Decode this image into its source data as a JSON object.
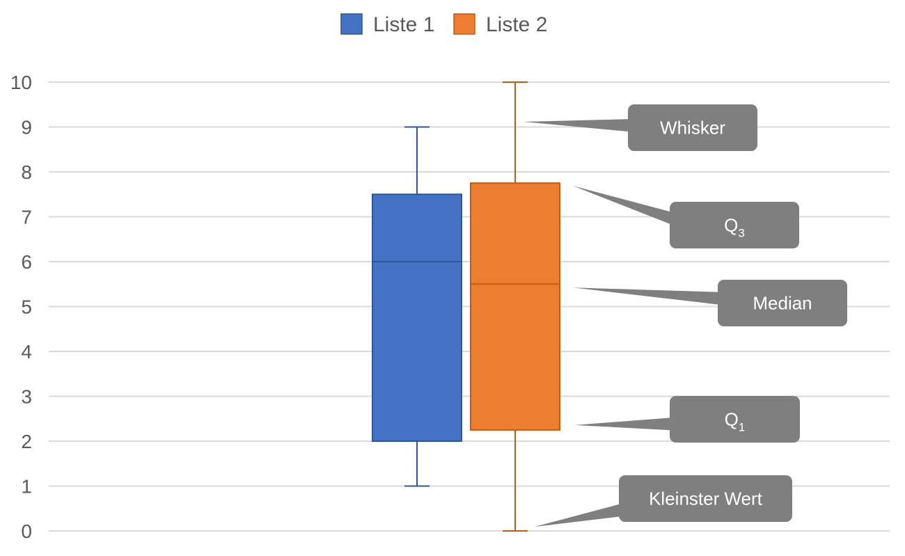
{
  "chart_data": {
    "type": "boxplot",
    "ylim": [
      0,
      10
    ],
    "yticks": [
      "0",
      "1",
      "2",
      "3",
      "4",
      "5",
      "6",
      "7",
      "8",
      "9",
      "10"
    ],
    "grid": true,
    "legend_position": "top-center",
    "series": [
      {
        "name": "Liste 1",
        "color": "#4472C4",
        "min": 1,
        "q1": 2,
        "median": 6,
        "q3": 7.5,
        "max": 9
      },
      {
        "name": "Liste 2",
        "color": "#ED7D31",
        "min": 0,
        "q1": 2.25,
        "median": 5.5,
        "q3": 7.75,
        "max": 10
      }
    ],
    "annotations": [
      {
        "label": "Whisker",
        "sub": "",
        "points_to": "Liste 2 max whisker"
      },
      {
        "label": "Q",
        "sub": "3",
        "points_to": "Liste 2 Q3"
      },
      {
        "label": "Median",
        "sub": "",
        "points_to": "Liste 2 median"
      },
      {
        "label": "Q",
        "sub": "1",
        "points_to": "Liste 2 Q1"
      },
      {
        "label": "Kleinster Wert",
        "sub": "",
        "points_to": "Liste 2 min"
      }
    ],
    "callout_color": "#7F7F7F"
  }
}
